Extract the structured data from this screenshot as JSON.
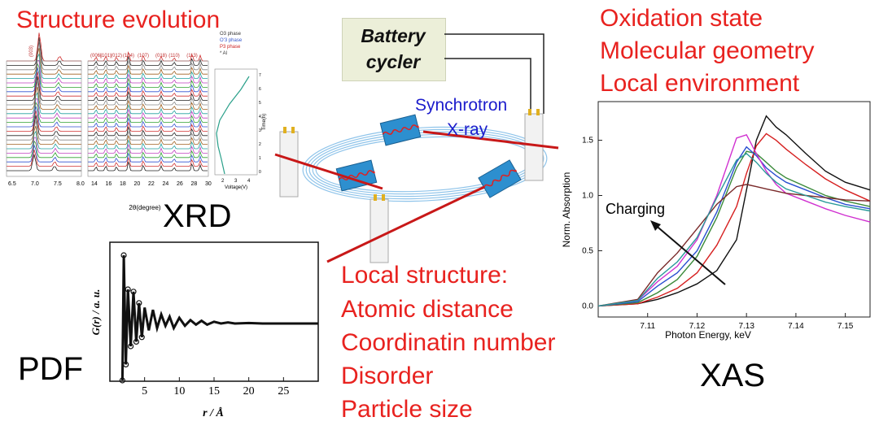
{
  "titles": {
    "structure_evolution": "Structure evolution",
    "xrd": "XRD",
    "pdf": "PDF",
    "xas": "XAS"
  },
  "xas_info": [
    "Oxidation state",
    "Molecular geometry",
    "Local environment"
  ],
  "pdf_info": [
    "Local structure:",
    "Atomic distance",
    "Coordinatin number",
    "Disorder",
    "Particle size"
  ],
  "setup": {
    "battery_cycler": [
      "Battery",
      "cycler"
    ],
    "synchrotron": [
      "Synchrotron",
      "X-ray"
    ]
  },
  "xrd_panel": {
    "legend": [
      "O3 phase",
      "O'3 phase",
      "P3 phase",
      "* Al"
    ],
    "legend_colors": [
      "#333333",
      "#3355cc",
      "#cc2222",
      "#333333"
    ],
    "axis_left_ticks": [
      "6.5",
      "7.0",
      "7.5",
      "8.0"
    ],
    "axis_mid_ticks": [
      "14",
      "16",
      "18",
      "20",
      "22",
      "24",
      "26",
      "28",
      "30"
    ],
    "xlabel": "2θ(degree)",
    "top_labels_left": [
      "(003)"
    ],
    "top_labels_mid": [
      "(006)",
      "(101)",
      "(012)",
      "(104)",
      "(107)",
      "(018)",
      "(110)",
      "(113)"
    ],
    "voltage_xlabel": "Voltage(V)",
    "voltage_ylabel": "Time(h)",
    "voltage_x_ticks": [
      "2",
      "3",
      "4"
    ],
    "voltage_y_ticks": [
      "0",
      "1",
      "2",
      "3",
      "4",
      "5",
      "6",
      "7"
    ]
  },
  "chart_data": [
    {
      "type": "line",
      "title": "",
      "xlabel": "r / Å",
      "ylabel": "G(r) / a. u.",
      "xlim": [
        0,
        30
      ],
      "x_ticks": [
        5,
        10,
        15,
        20,
        25
      ],
      "series": [
        {
          "x": [
            1.8,
            2.0,
            2.3,
            2.6,
            3.0,
            3.4,
            3.8,
            4.2,
            4.6,
            5.0,
            5.6,
            6.2,
            6.8,
            7.4,
            8.0,
            8.6,
            9.2,
            10.0,
            10.8,
            11.6,
            12.4,
            13.2,
            14.0,
            15.0,
            16.0,
            17.0,
            18.0,
            20.0,
            22.0,
            25.0,
            27.0,
            30.0
          ],
          "y": [
            -2.5,
            3.0,
            -1.8,
            1.5,
            -1.0,
            1.4,
            -0.8,
            0.9,
            -0.6,
            0.7,
            -0.3,
            0.6,
            -0.2,
            0.4,
            -0.1,
            0.3,
            -0.2,
            0.25,
            -0.1,
            0.15,
            -0.05,
            0.12,
            -0.05,
            0.08,
            0.0,
            0.05,
            0.0,
            0.02,
            0.0,
            0.0,
            0.0,
            0.0
          ]
        }
      ]
    },
    {
      "type": "line",
      "title": "",
      "xlabel": "Photon Energy, keV",
      "ylabel": "Norm. Absorption",
      "xlim": [
        7.1,
        7.155
      ],
      "ylim": [
        -0.1,
        1.85
      ],
      "x_ticks": [
        7.11,
        7.12,
        7.13,
        7.14,
        7.15
      ],
      "y_ticks": [
        0.0,
        0.5,
        1.0,
        1.5
      ],
      "annotation": "Charging",
      "series": [
        {
          "color": "#111111",
          "x": [
            7.1,
            7.108,
            7.112,
            7.116,
            7.12,
            7.124,
            7.128,
            7.13,
            7.132,
            7.134,
            7.136,
            7.138,
            7.142,
            7.146,
            7.15,
            7.155
          ],
          "y": [
            0.0,
            0.02,
            0.06,
            0.12,
            0.2,
            0.32,
            0.6,
            1.05,
            1.5,
            1.72,
            1.62,
            1.55,
            1.38,
            1.22,
            1.12,
            1.05
          ]
        },
        {
          "color": "#d62020",
          "x": [
            7.1,
            7.108,
            7.112,
            7.116,
            7.12,
            7.124,
            7.128,
            7.13,
            7.132,
            7.134,
            7.136,
            7.138,
            7.142,
            7.146,
            7.15,
            7.155
          ],
          "y": [
            0.0,
            0.02,
            0.08,
            0.16,
            0.3,
            0.55,
            0.9,
            1.2,
            1.45,
            1.56,
            1.5,
            1.42,
            1.28,
            1.15,
            1.05,
            0.95
          ]
        },
        {
          "color": "#3a8a3a",
          "x": [
            7.1,
            7.108,
            7.112,
            7.116,
            7.12,
            7.124,
            7.128,
            7.13,
            7.132,
            7.134,
            7.136,
            7.138,
            7.142,
            7.146,
            7.15,
            7.155
          ],
          "y": [
            0.0,
            0.03,
            0.12,
            0.24,
            0.45,
            0.8,
            1.25,
            1.4,
            1.38,
            1.3,
            1.22,
            1.16,
            1.08,
            1.0,
            0.95,
            0.9
          ]
        },
        {
          "color": "#2a4fd0",
          "x": [
            7.1,
            7.108,
            7.112,
            7.116,
            7.12,
            7.124,
            7.128,
            7.13,
            7.132,
            7.134,
            7.136,
            7.138,
            7.142,
            7.146,
            7.15,
            7.155
          ],
          "y": [
            0.0,
            0.04,
            0.18,
            0.3,
            0.5,
            0.85,
            1.3,
            1.44,
            1.36,
            1.25,
            1.18,
            1.12,
            1.05,
            0.98,
            0.92,
            0.88
          ]
        },
        {
          "color": "#d030d0",
          "x": [
            7.1,
            7.108,
            7.112,
            7.116,
            7.12,
            7.124,
            7.128,
            7.13,
            7.132,
            7.134,
            7.136,
            7.138,
            7.142,
            7.146,
            7.15,
            7.155
          ],
          "y": [
            0.0,
            0.05,
            0.22,
            0.36,
            0.6,
            1.0,
            1.52,
            1.55,
            1.38,
            1.22,
            1.1,
            1.02,
            0.95,
            0.88,
            0.82,
            0.76
          ]
        },
        {
          "color": "#7a2a2a",
          "x": [
            7.1,
            7.108,
            7.112,
            7.116,
            7.12,
            7.124,
            7.128,
            7.13,
            7.132,
            7.134,
            7.136,
            7.138,
            7.142,
            7.146,
            7.15,
            7.155
          ],
          "y": [
            0.0,
            0.06,
            0.3,
            0.48,
            0.7,
            0.92,
            1.08,
            1.1,
            1.08,
            1.06,
            1.04,
            1.02,
            1.0,
            0.98,
            0.96,
            0.95
          ]
        },
        {
          "color": "#2a9a9a",
          "x": [
            7.1,
            7.108,
            7.112,
            7.116,
            7.12,
            7.124,
            7.128,
            7.13,
            7.132,
            7.134,
            7.136,
            7.138,
            7.142,
            7.146,
            7.15,
            7.155
          ],
          "y": [
            0.0,
            0.05,
            0.25,
            0.4,
            0.62,
            0.98,
            1.32,
            1.38,
            1.3,
            1.2,
            1.12,
            1.06,
            1.0,
            0.94,
            0.9,
            0.86
          ]
        }
      ]
    }
  ]
}
